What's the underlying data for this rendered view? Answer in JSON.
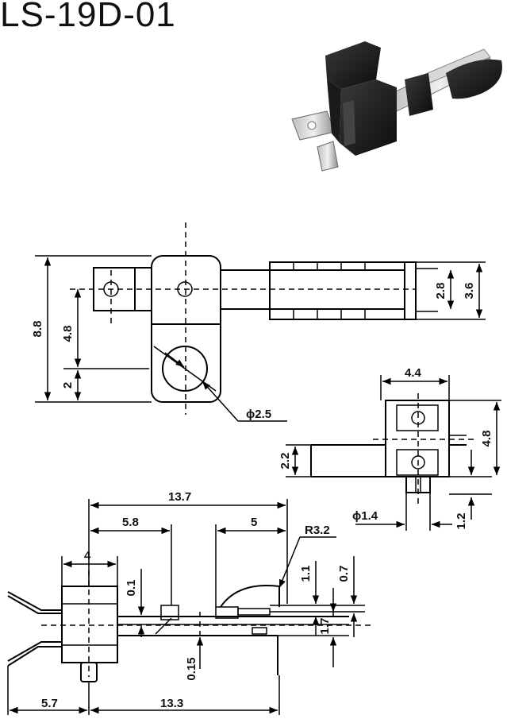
{
  "title": "LS-19D-01",
  "dimensions": {
    "top_8_8": "8.8",
    "top_4_8": "4.8",
    "top_2": "2",
    "top_2_8": "2.8",
    "top_3_6": "3.6",
    "top_phi_2_5": "ϕ2.5",
    "side_4_4": "4.4",
    "side_4_8": "4.8",
    "side_2_2": "2.2",
    "side_phi_1_4": "ϕ1.4",
    "side_1_2": "1.2",
    "front_13_7": "13.7",
    "front_5_8": "5.8",
    "front_5": "5",
    "front_r3_2": "R3.2",
    "front_4": "4",
    "front_0_1": "0.1",
    "front_1_1": "1.1",
    "front_0_7": "0.7",
    "front_1_7": "1.7",
    "front_0_15": "0.15",
    "front_5_7": "5.7",
    "front_13_3": "13.3"
  }
}
